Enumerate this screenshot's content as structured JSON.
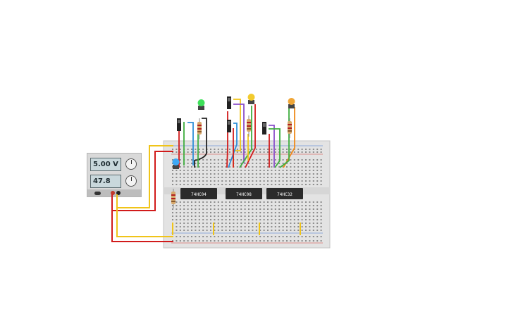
{
  "power_supply": {
    "voltage_display": "5.00 V",
    "current_display": "47.8 mA"
  },
  "chips": [
    "74HC04",
    "74HC08",
    "74HC32"
  ],
  "colors": {
    "breadboard": "#e6e6e6",
    "hole": "#8c8c8c",
    "rail_red": "#d33a2f",
    "rail_blue": "#3a6fd3",
    "wire_red": "#d11b1b",
    "wire_yellow": "#f0c419",
    "wire_green": "#3fae3f",
    "wire_black": "#222222",
    "wire_blue": "#2f8fd8",
    "wire_orange": "#ef8b1c",
    "wire_purple": "#8a4fc9",
    "led_green": "#3ee05a",
    "led_yellow": "#f2cb2e",
    "led_orange": "#f0a637",
    "led_blue": "#3fa9f5",
    "chip": "#2b2b2b"
  },
  "icons": [
    "led-icon",
    "resistor-icon",
    "slide-switch-icon",
    "ic-chip-icon",
    "knob-icon",
    "power-terminal-icon"
  ]
}
